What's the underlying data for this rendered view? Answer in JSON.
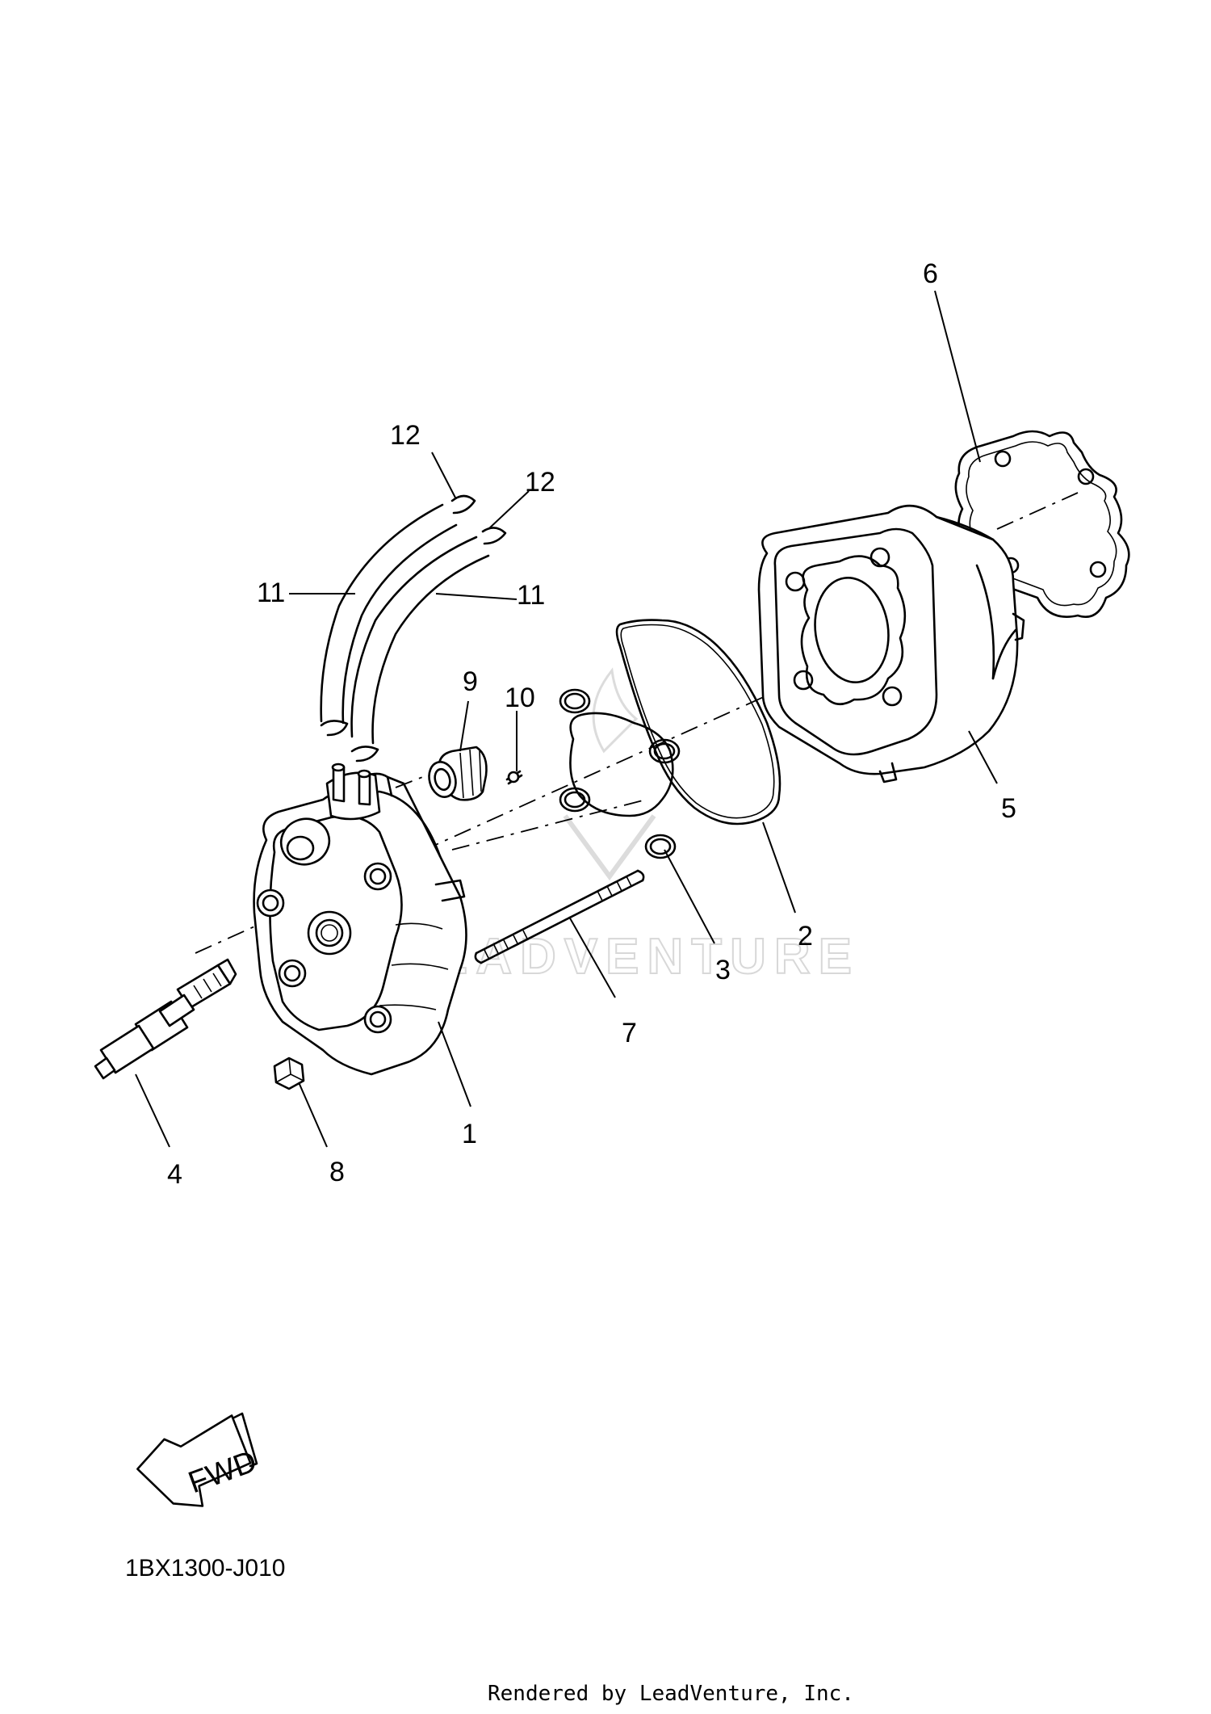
{
  "diagram": {
    "callouts": [
      {
        "id": "callout-1",
        "label": "1"
      },
      {
        "id": "callout-2",
        "label": "2"
      },
      {
        "id": "callout-3",
        "label": "3"
      },
      {
        "id": "callout-4",
        "label": "4"
      },
      {
        "id": "callout-5",
        "label": "5"
      },
      {
        "id": "callout-6",
        "label": "6"
      },
      {
        "id": "callout-7",
        "label": "7"
      },
      {
        "id": "callout-8",
        "label": "8"
      },
      {
        "id": "callout-9",
        "label": "9"
      },
      {
        "id": "callout-10",
        "label": "10"
      },
      {
        "id": "callout-11a",
        "label": "11"
      },
      {
        "id": "callout-11b",
        "label": "11"
      },
      {
        "id": "callout-12a",
        "label": "12"
      },
      {
        "id": "callout-12b",
        "label": "12"
      }
    ],
    "fwd_label": "FWD",
    "drawing_code": "1BX1300-J010",
    "watermark": "LEADVENTURE",
    "render_credit": "Rendered by LeadVenture, Inc."
  }
}
